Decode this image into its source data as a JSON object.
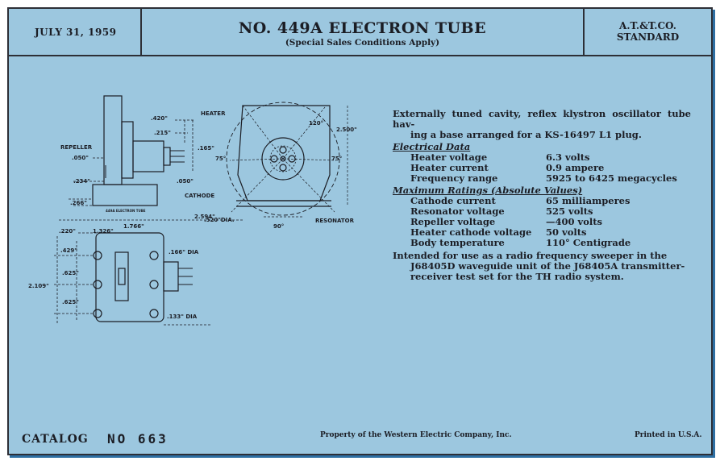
{
  "header": {
    "date": "JULY 31, 1959",
    "title": "NO. 449A ELECTRON TUBE",
    "subtitle": "(Special Sales Conditions Apply)",
    "standard_line1": "A.T.&T.CO.",
    "standard_line2": "STANDARD"
  },
  "diagram": {
    "labels": {
      "heater": "HEATER",
      "repeller": "REPELLER",
      "cathode": "CATHODE",
      "resonator": "RESONATOR",
      "tube_marking": "449A ELECTRON TUBE",
      "d420": ".420\"",
      "d215": ".215\"",
      "d050a": ".050\"",
      "d165": ".165\"",
      "d050b": ".050\"",
      "d234": ".234\"",
      "d266": ".266\"",
      "d120": "120°",
      "d2500": "2.500\"",
      "d75a": "75°",
      "d75b": "75°",
      "d520": ".520\"DIA.",
      "d90": "90°",
      "d2594": "2.594\"",
      "d1766": "1.766\"",
      "d220": ".220\"",
      "d1326": "1.326\"",
      "d429": ".429\"",
      "d625a": ".625\"",
      "d2109": "2.109\"",
      "d625b": ".625\"",
      "d166dia": ".166\" DIA",
      "d133dia": ".133\" DIA"
    }
  },
  "specs": {
    "intro_line1": "Externally tuned cavity, reflex klystron oscillator tube hav-",
    "intro_line2": "ing a base arranged for a KS-16497 L1 plug.",
    "electrical_heading": "Electrical Data",
    "electrical": [
      {
        "label": "Heater voltage",
        "value": "6.3 volts"
      },
      {
        "label": "Heater current",
        "value": "0.9 ampere"
      },
      {
        "label": "Frequency range",
        "value": "5925 to 6425 megacycles"
      }
    ],
    "ratings_heading": "Maximum Ratings (Absolute Values)",
    "ratings": [
      {
        "label": "Cathode current",
        "value": "65 milliamperes"
      },
      {
        "label": "Resonator voltage",
        "value": "525 volts"
      },
      {
        "label": "Repeller voltage",
        "value": "—400 volts"
      },
      {
        "label": "Heater cathode voltage",
        "value": "50 volts"
      },
      {
        "label": "Body temperature",
        "value": "110° Centigrade"
      }
    ],
    "usage_line1": "Intended for use as a radio frequency sweeper in the",
    "usage_line2": "J68405D waveguide unit of the J68405A transmitter-",
    "usage_line3": "receiver test set for the TH radio system."
  },
  "footer": {
    "catalog_label": "CATALOG",
    "catalog_number": "NO 663",
    "property": "Property of the Western Electric Company, Inc.",
    "printed": "Printed in U.S.A."
  }
}
